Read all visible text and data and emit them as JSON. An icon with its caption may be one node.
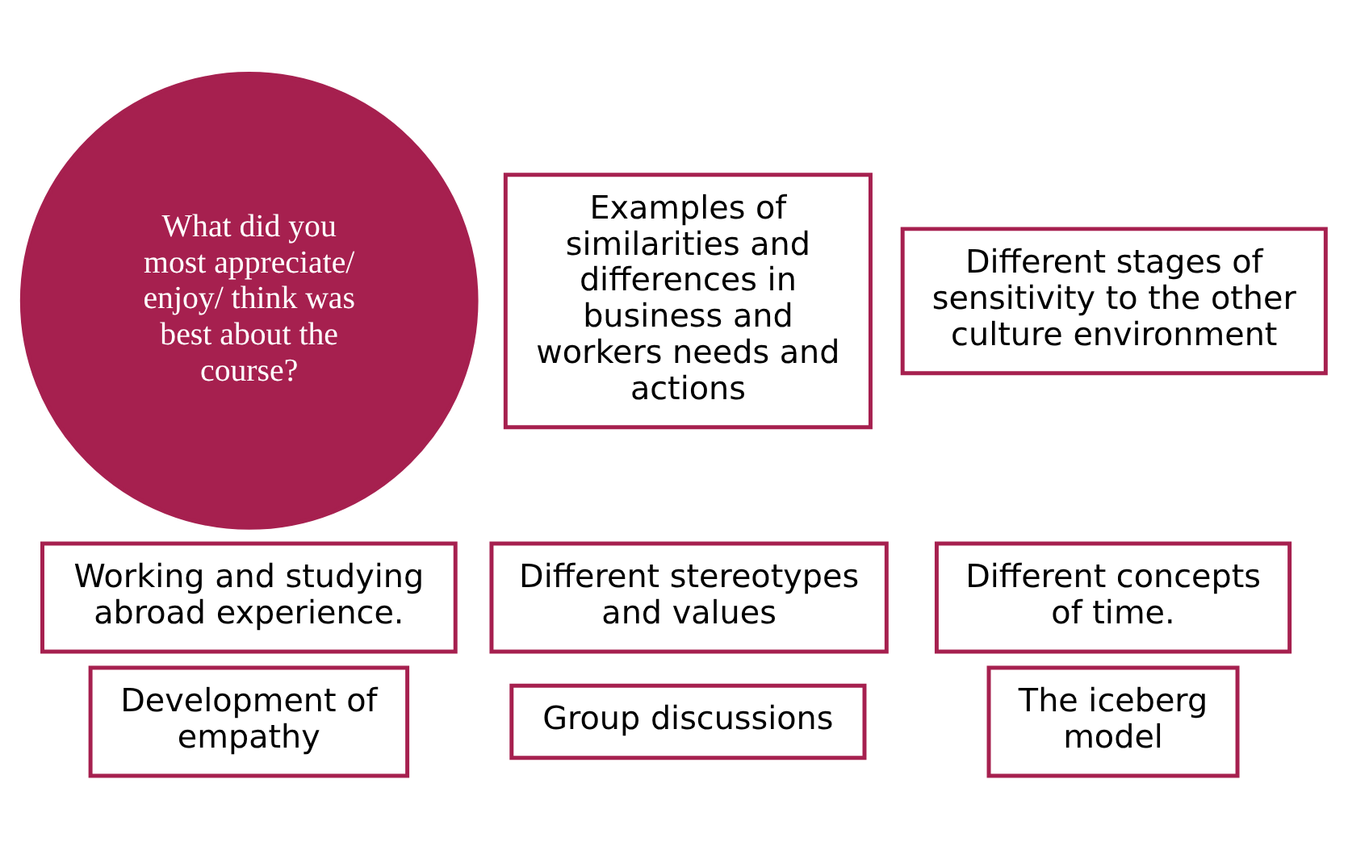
{
  "diagram": {
    "nodes": [
      {
        "text": [
          "Examples of similarities and differences in business and workers needs and actions"
        ]
      },
      {
        "text": [
          "Development of empathy"
        ]
      },
      {
        "text": [
          "Group discussions"
        ]
      },
      {
        "text": [
          "What did you most appreciate/ enjoy/ think was best about the course?"
        ]
      },
      {
        "text": [
          "Different concepts of time."
        ]
      },
      {
        "text": [
          "Different stereotypes and values"
        ]
      },
      {
        "text": [
          "Different stages of sensitivity to the other culture environment"
        ]
      },
      {
        "text": [
          "Working and studying abroad experience."
        ]
      },
      {
        "text": [
          "The iceberg model"
        ]
      }
    ]
  }
}
